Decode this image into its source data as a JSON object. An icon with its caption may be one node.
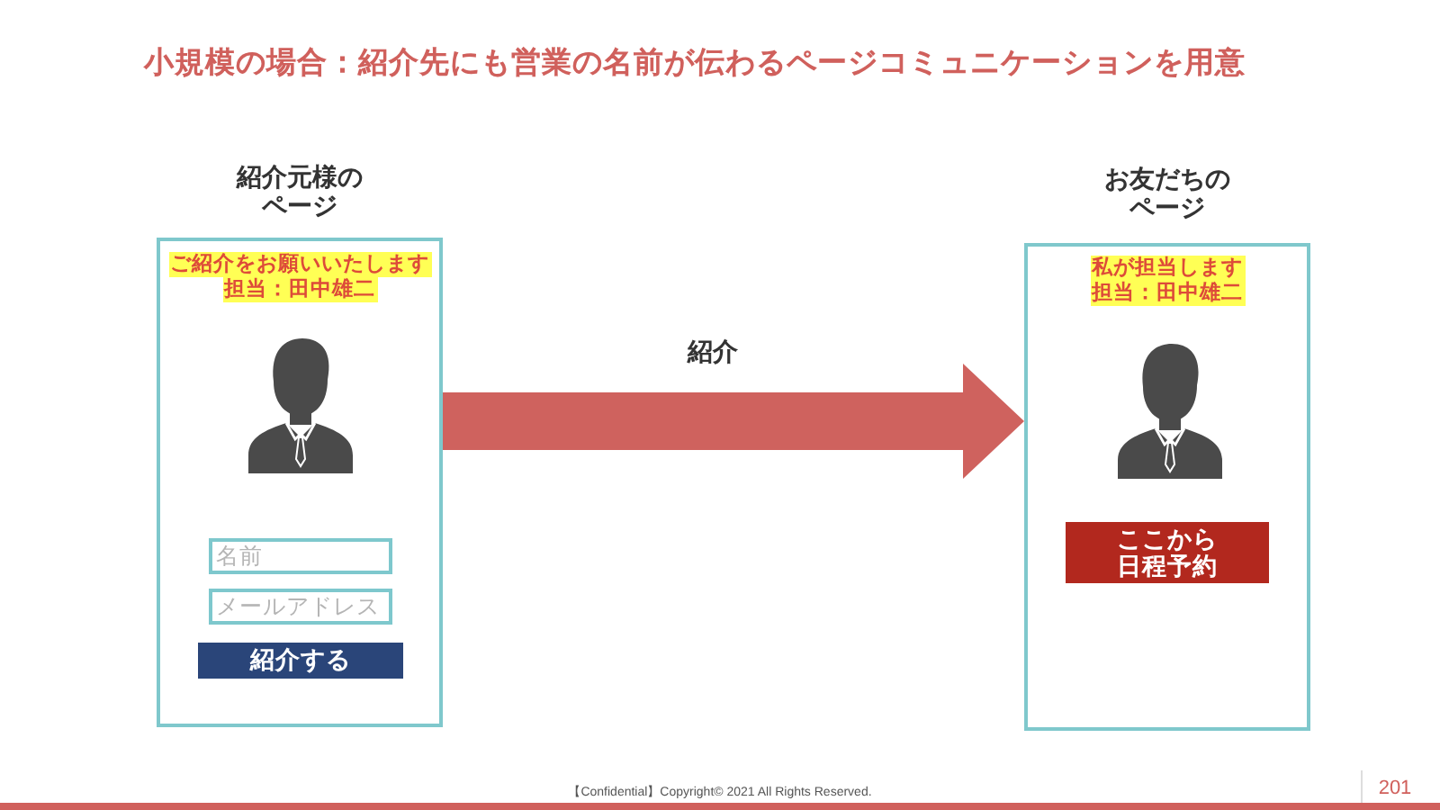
{
  "diagram": {
    "title": "小規模の場合：紹介先にも営業の名前が伝わるページコミュニケーションを用意",
    "nodes": [
      {
        "text": [
          "紹介元様のページ",
          "ご紹介をお願いいたします",
          "担当：田中雄二"
        ]
      },
      {
        "text": [
          "名前"
        ],
        "in": 0
      },
      {
        "text": [
          "メールアドレス"
        ],
        "in": 0
      },
      {
        "text": [
          "紹介する"
        ],
        "in": 0
      },
      {
        "text": [
          "お友だちのページ",
          "私が担当します",
          "担当：田中雄二"
        ]
      },
      {
        "text": [
          "ここから日程予約"
        ],
        "in": 4
      }
    ],
    "edges": [
      {
        "from": 0,
        "to": 4,
        "arrow": "to",
        "label": "紹介",
        "color": "#cf625e"
      }
    ],
    "labels": [
      "【Confidential】Copyright© 2021 All Rights Reserved.",
      "201"
    ]
  }
}
